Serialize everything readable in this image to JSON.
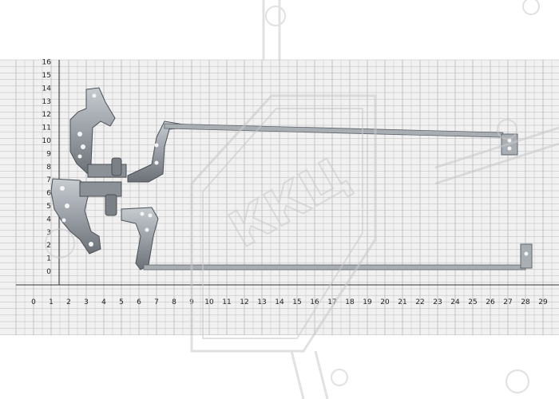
{
  "scene": {
    "x_axis_labels": [
      "0",
      "1",
      "2",
      "3",
      "4",
      "5",
      "6",
      "7",
      "8",
      "9",
      "10",
      "11",
      "12",
      "13",
      "14",
      "15",
      "16",
      "17",
      "18",
      "19",
      "20",
      "21",
      "22",
      "23",
      "24",
      "25",
      "26",
      "27",
      "28",
      "29"
    ],
    "y_axis_labels": [
      "0",
      "1",
      "2",
      "3",
      "4",
      "5",
      "6",
      "7",
      "8",
      "9",
      "10",
      "11",
      "12",
      "13",
      "14",
      "15",
      "16"
    ],
    "watermark_text": "ККЦ",
    "colors": {
      "background": "#ffffff",
      "grid_paper": "#f1f1f1",
      "grid_line": "#b9b9b9",
      "metal": "#9aa0a6",
      "metal_dark": "#5f656b",
      "watermark": "#c9c9c9"
    }
  }
}
